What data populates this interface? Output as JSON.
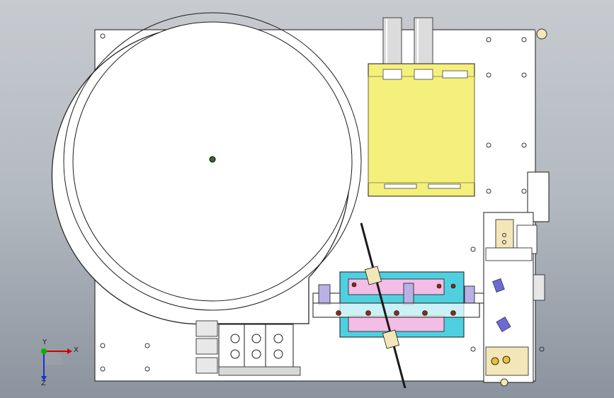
{
  "viewport": {
    "background_top": "#c7cbd0",
    "background_bottom": "#8b939e"
  },
  "model": {
    "plate_color": "#ffffff",
    "line_color": "#1a1a1a",
    "component_colors": {
      "driver_box": "#f5ef7c",
      "fixture_base": "#4fd0e0",
      "fixture_inner": "#f3bde6",
      "clamp_block": "#b9b1e6",
      "bolt": "#8a2a1a",
      "fitting": "#6b6bd6",
      "brass_port": "#e5c23a"
    }
  },
  "triad": {
    "x_label": "X",
    "y_label": "Y",
    "z_label": "Z",
    "x_color": "#d40000",
    "y_color": "#00b400",
    "z_color": "#1a33c8"
  }
}
